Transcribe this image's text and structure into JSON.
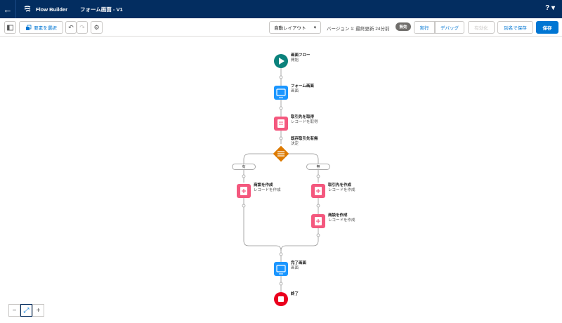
{
  "header": {
    "back": "←",
    "app_name": "Flow Builder",
    "flow_name": "フォーム画面 - V1",
    "help": "? ▾"
  },
  "toolbar": {
    "select_elements": "要素を選択",
    "layout_mode": "自動レイアウト",
    "layout_caret": "▾",
    "version_info": "バージョン 1: 最終更新 24分前",
    "status_badge": "無効",
    "run": "実行",
    "debug": "デバッグ",
    "activate": "有効化",
    "save_as": "別名で保存",
    "save": "保存"
  },
  "nodes": {
    "start": {
      "title": "画面フロー",
      "subtitle": "開始"
    },
    "screen1": {
      "title": "フォーム画面",
      "subtitle": "画面"
    },
    "get_records": {
      "title": "取引先を取得",
      "subtitle": "レコードを取得"
    },
    "decision": {
      "title": "既存取引先有無",
      "subtitle": "決定"
    },
    "branch_yes": "有",
    "branch_no": "無",
    "create_opp_left": {
      "title": "商談を作成",
      "subtitle": "レコードを作成"
    },
    "create_account": {
      "title": "取引先を作成",
      "subtitle": "レコードを作成"
    },
    "create_opp_right": {
      "title": "商談を作成",
      "subtitle": "レコードを作成"
    },
    "screen_done": {
      "title": "完了画面",
      "subtitle": "画面"
    },
    "end": {
      "title": "終了"
    }
  },
  "colors": {
    "header_bg": "#032d60",
    "brand": "#0176d3",
    "start": "#0b827c",
    "screen": "#1b96ff",
    "record": "#f4587e",
    "decision": "#dd7a01",
    "end": "#ea001e",
    "connector": "#939393"
  },
  "zoom": {
    "out": "−",
    "fit": "⤢",
    "in": "+"
  }
}
